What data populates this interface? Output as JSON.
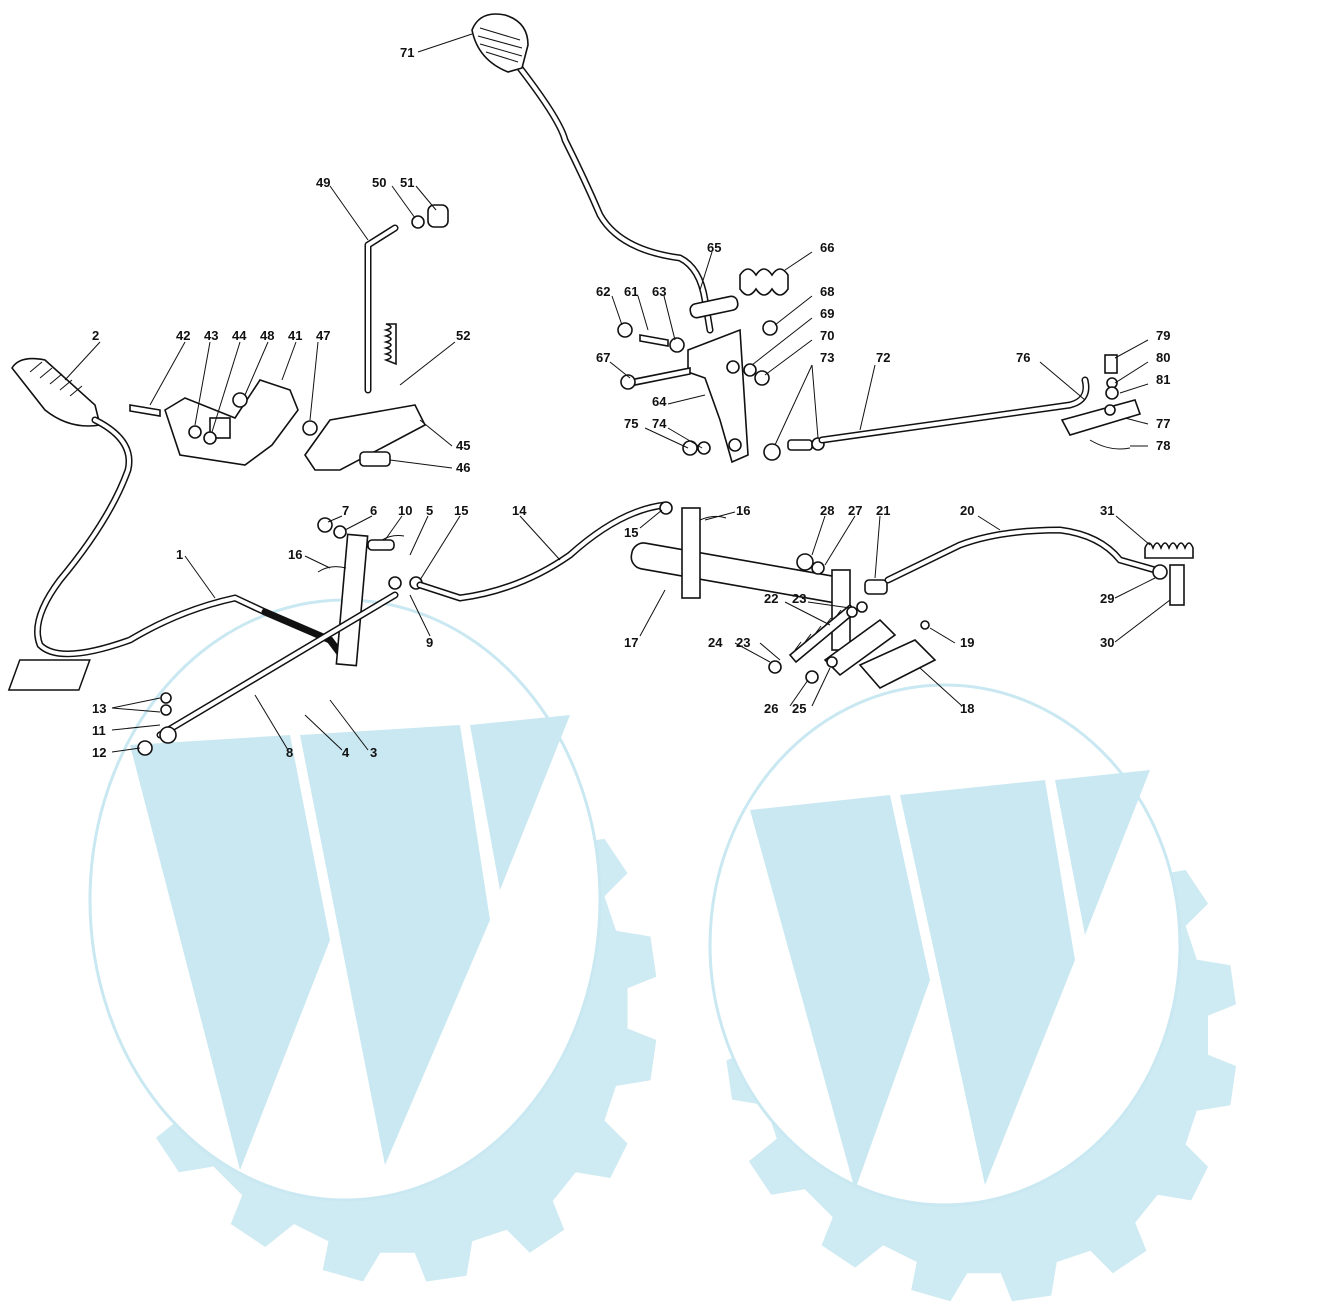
{
  "diagram": {
    "labels": [
      {
        "id": "71",
        "text": "71"
      },
      {
        "id": "49",
        "text": "49"
      },
      {
        "id": "50",
        "text": "50"
      },
      {
        "id": "51",
        "text": "51"
      },
      {
        "id": "2",
        "text": "2"
      },
      {
        "id": "42",
        "text": "42"
      },
      {
        "id": "43",
        "text": "43"
      },
      {
        "id": "44",
        "text": "44"
      },
      {
        "id": "48",
        "text": "48"
      },
      {
        "id": "41",
        "text": "41"
      },
      {
        "id": "47",
        "text": "47"
      },
      {
        "id": "52",
        "text": "52"
      },
      {
        "id": "45",
        "text": "45"
      },
      {
        "id": "46",
        "text": "46"
      },
      {
        "id": "65",
        "text": "65"
      },
      {
        "id": "66",
        "text": "66"
      },
      {
        "id": "62",
        "text": "62"
      },
      {
        "id": "61",
        "text": "61"
      },
      {
        "id": "63",
        "text": "63"
      },
      {
        "id": "68",
        "text": "68"
      },
      {
        "id": "69",
        "text": "69"
      },
      {
        "id": "67",
        "text": "67"
      },
      {
        "id": "70",
        "text": "70"
      },
      {
        "id": "73",
        "text": "73"
      },
      {
        "id": "72",
        "text": "72"
      },
      {
        "id": "64",
        "text": "64"
      },
      {
        "id": "75",
        "text": "75"
      },
      {
        "id": "74",
        "text": "74"
      },
      {
        "id": "76",
        "text": "76"
      },
      {
        "id": "79",
        "text": "79"
      },
      {
        "id": "80",
        "text": "80"
      },
      {
        "id": "81",
        "text": "81"
      },
      {
        "id": "77",
        "text": "77"
      },
      {
        "id": "78",
        "text": "78"
      },
      {
        "id": "7",
        "text": "7"
      },
      {
        "id": "6",
        "text": "6"
      },
      {
        "id": "10",
        "text": "10"
      },
      {
        "id": "5",
        "text": "5"
      },
      {
        "id": "15a",
        "text": "15"
      },
      {
        "id": "14",
        "text": "14"
      },
      {
        "id": "15b",
        "text": "15"
      },
      {
        "id": "16a",
        "text": "16"
      },
      {
        "id": "16b",
        "text": "16"
      },
      {
        "id": "1",
        "text": "1"
      },
      {
        "id": "9",
        "text": "9"
      },
      {
        "id": "17",
        "text": "17"
      },
      {
        "id": "28",
        "text": "28"
      },
      {
        "id": "27",
        "text": "27"
      },
      {
        "id": "21",
        "text": "21"
      },
      {
        "id": "20",
        "text": "20"
      },
      {
        "id": "31",
        "text": "31"
      },
      {
        "id": "22",
        "text": "22"
      },
      {
        "id": "23a",
        "text": "23"
      },
      {
        "id": "23b",
        "text": "23"
      },
      {
        "id": "24",
        "text": "24"
      },
      {
        "id": "19",
        "text": "19"
      },
      {
        "id": "29",
        "text": "29"
      },
      {
        "id": "30",
        "text": "30"
      },
      {
        "id": "26",
        "text": "26"
      },
      {
        "id": "25",
        "text": "25"
      },
      {
        "id": "18",
        "text": "18"
      },
      {
        "id": "13",
        "text": "13"
      },
      {
        "id": "11",
        "text": "11"
      },
      {
        "id": "12",
        "text": "12"
      },
      {
        "id": "8",
        "text": "8"
      },
      {
        "id": "4",
        "text": "4"
      },
      {
        "id": "3",
        "text": "3"
      }
    ]
  },
  "colors": {
    "watermark": "#c9e8f1",
    "ink": "#111111"
  }
}
